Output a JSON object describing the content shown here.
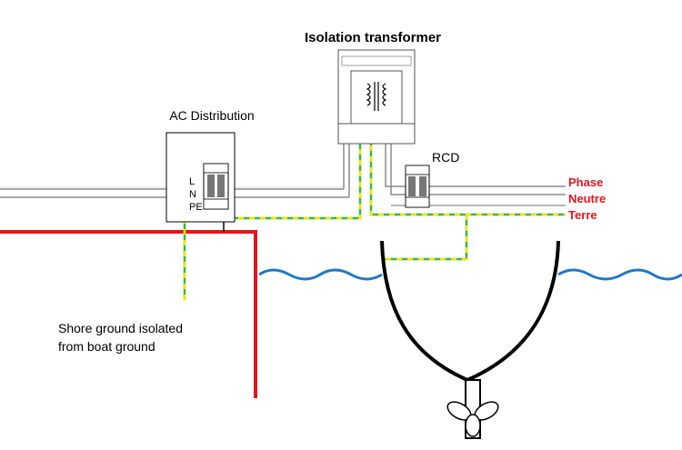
{
  "labels": {
    "isolation_transformer": "Isolation transformer",
    "ac_distribution": "AC Distribution",
    "rcd": "RCD",
    "l": "L",
    "n": "N",
    "pe": "PE",
    "shore_note_line1": "Shore ground isolated",
    "shore_note_line2": "from boat ground"
  },
  "lines": {
    "phase": "Phase",
    "neutre": "Neutre",
    "terre": "Terre"
  },
  "colors": {
    "wire_gray": "#8c8c8c",
    "earth_green": "#3cb44b",
    "earth_yellow": "#f2e600",
    "shore_ground_red": "#e8141b",
    "water_blue": "#1f78c8",
    "label_red": "#e8141b",
    "hull_black": "#000000"
  }
}
